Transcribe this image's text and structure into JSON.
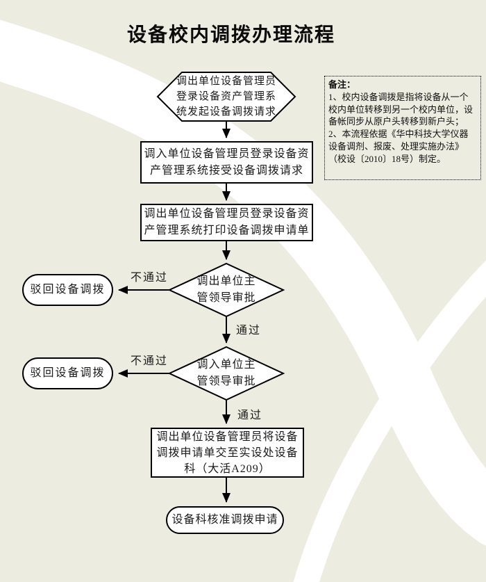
{
  "page": {
    "title": "设备校内调拨办理流程"
  },
  "colors": {
    "background": "#ecece1",
    "swoosh": "#ffffff",
    "shape_fill": "#ffffff",
    "outline": "#000000"
  },
  "flow": {
    "start": {
      "lines": [
        "调出单位设备管理员",
        "登录设备资产管理系",
        "统发起设备调拨请求"
      ]
    },
    "accept_request": {
      "lines": [
        "调入单位设备管理员登录设备资",
        "产管理系统接受设备调拨请求"
      ]
    },
    "print_form": {
      "lines": [
        "调出单位设备管理员登录设备资",
        "产管理系统打印设备调拨申请单"
      ]
    },
    "approve_out": {
      "lines": [
        "调出单位主",
        "管领导审批"
      ]
    },
    "approve_in": {
      "lines": [
        "调入单位主",
        "管领导审批"
      ]
    },
    "reject_out": {
      "label": "驳回设备调拨"
    },
    "reject_in": {
      "label": "驳回设备调拨"
    },
    "submit_form": {
      "lines": [
        "调出单位设备管理员将设备",
        "调拨申请单交至实设处设备",
        "科（大活A209）"
      ]
    },
    "final": {
      "label": "设备科核准调拨申请"
    },
    "edge_labels": {
      "pass": "通过",
      "fail": "不通过"
    }
  },
  "notes": {
    "title": "备注：",
    "items": [
      "1、校内设备调拨是指将设备从一个校内单位转移到另一个校内单位，设备帐同步从原户头转移到新户头；",
      "2、本流程依据《华中科技大学仪器设备调剂、报废、处理实施办法》（校设〔2010〕18号）制定。"
    ]
  }
}
